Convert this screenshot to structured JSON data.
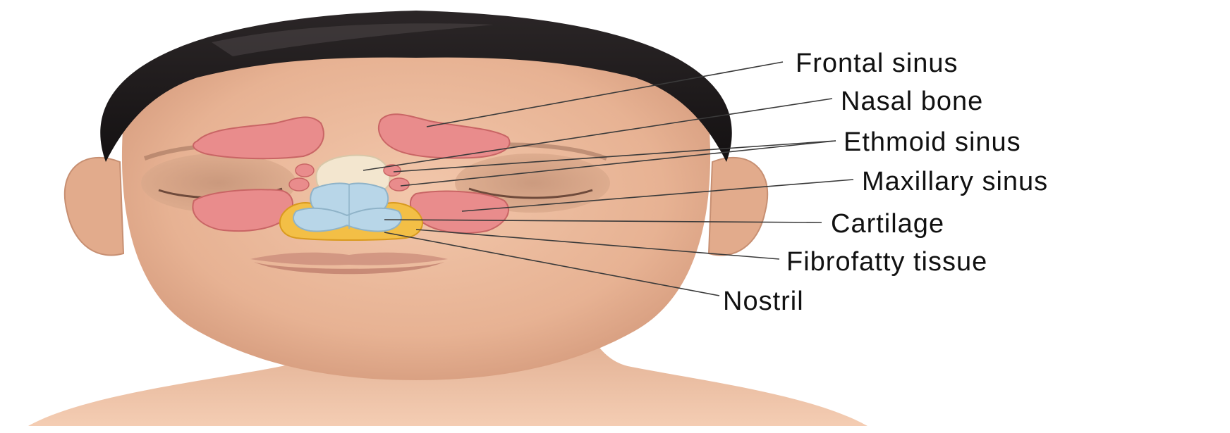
{
  "diagram": {
    "labels": {
      "frontal_sinus": "Frontal sinus",
      "nasal_bone": "Nasal bone",
      "ethmoid_sinus": "Ethmoid sinus",
      "maxillary_sinus": "Maxillary sinus",
      "cartilage": "Cartilage",
      "fibrofatty_tissue": "Fibrofatty tissue",
      "nostril": "Nostril"
    },
    "colors": {
      "skin": "#eab89a",
      "skin_shadow": "#d89f80",
      "hair": "#1e1b1c",
      "sinus": "#e98c8c",
      "sinus_edge": "#c96565",
      "nasal_bone": "#f3e6cf",
      "cartilage": "#b8d6e8",
      "fibrofatty": "#f3bf46",
      "lips": "#c98b7a",
      "leader_line": "#3a3a3a"
    }
  }
}
